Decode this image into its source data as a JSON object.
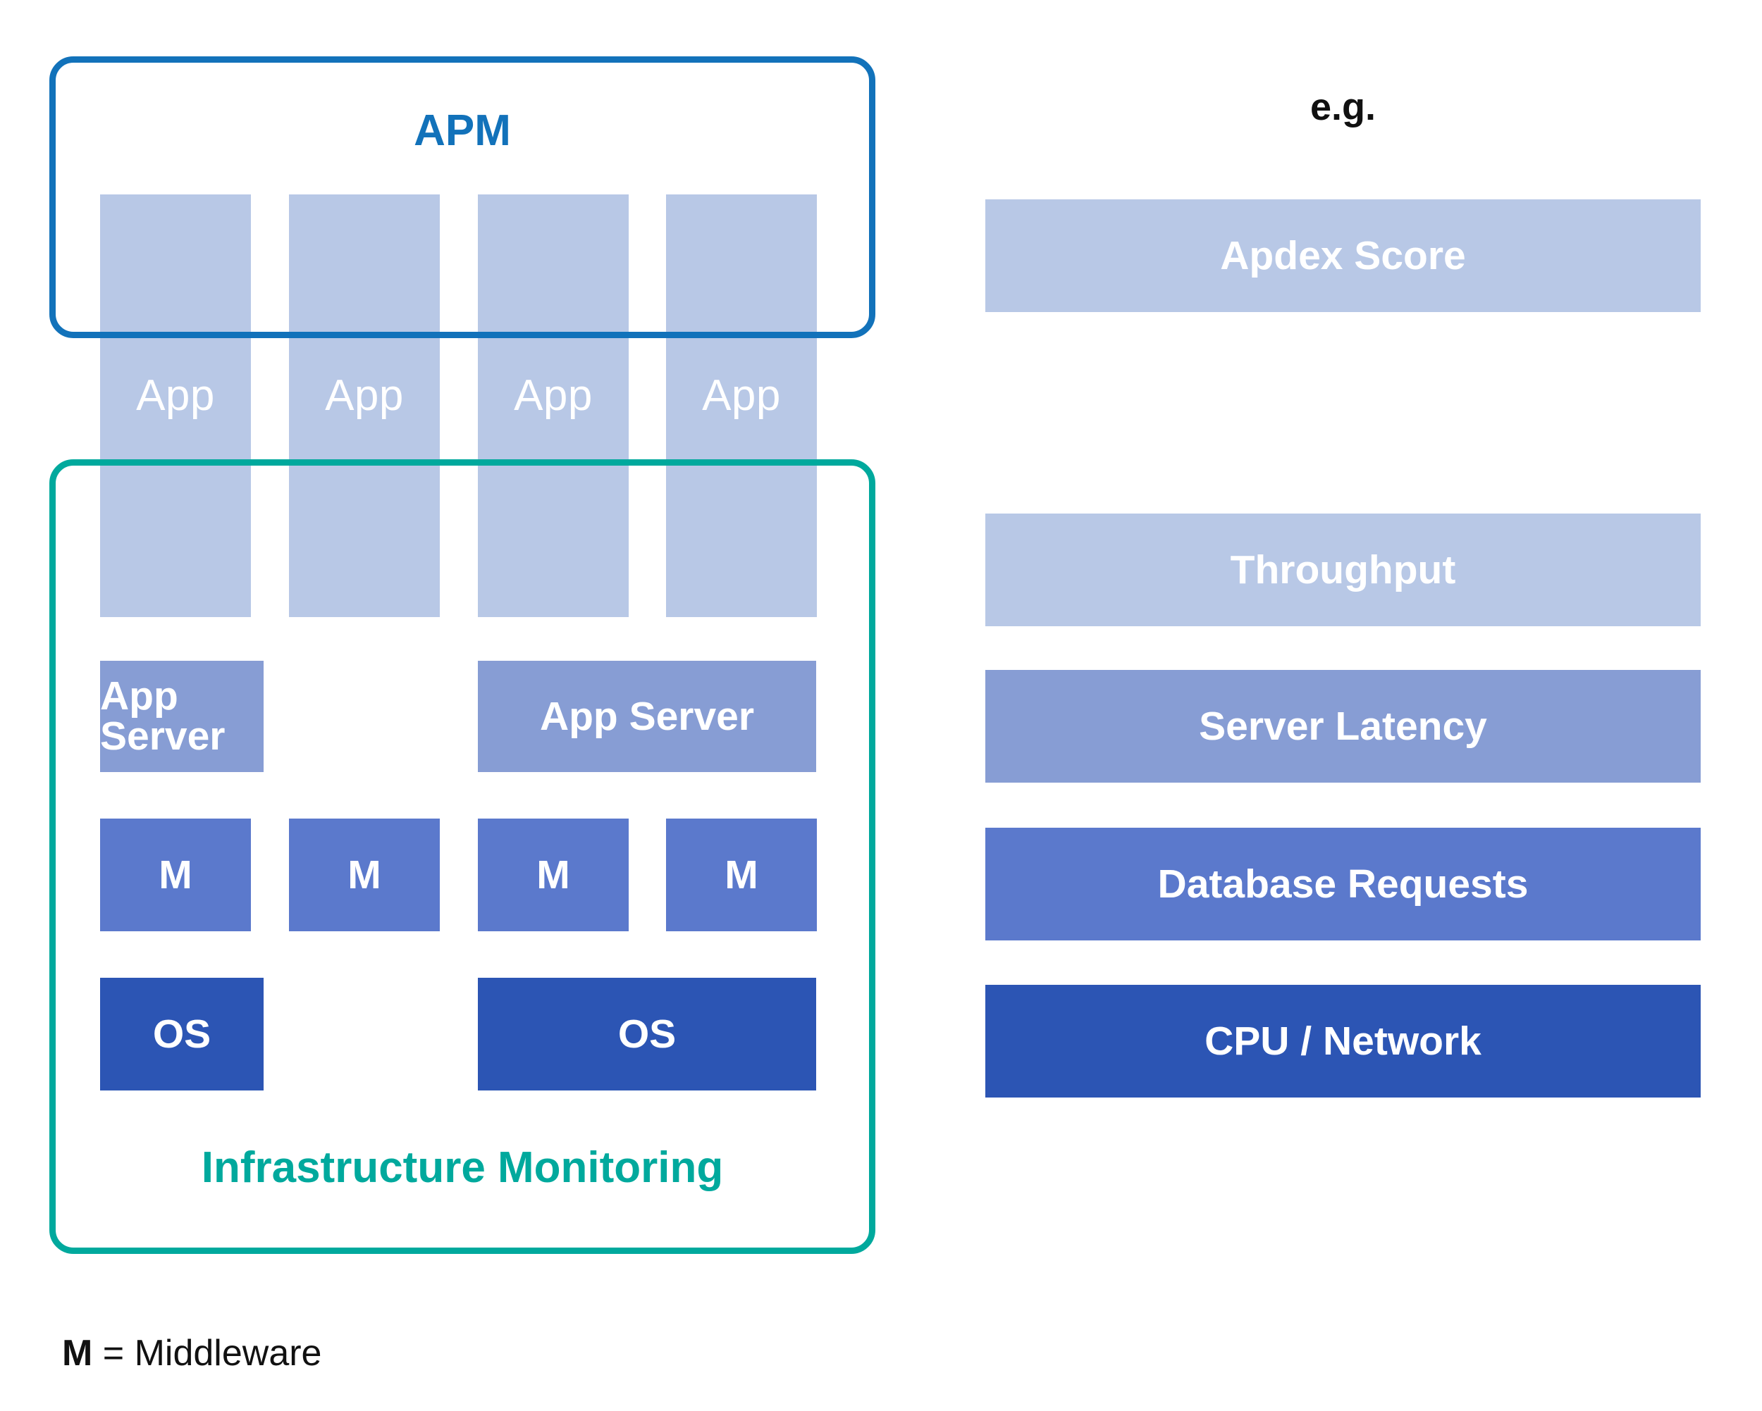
{
  "diagram": {
    "title_apm": "APM",
    "title_infra": "Infrastructure Monitoring",
    "legend": "M = Middleware",
    "legend_symbol": "M",
    "legend_rest": " = Middleware",
    "eg_label": "e.g."
  },
  "colors": {
    "apm_border": "#1272ba",
    "infra_border": "#00a99d",
    "app_fill": "#b8c8e6",
    "app_server_fill": "#879dd4",
    "middleware_fill": "#5b79cc",
    "os_fill": "#2c55b4",
    "text_on_fill": "#ffffff",
    "legend_text": "#111111"
  },
  "stack": {
    "app_columns": [
      {
        "label": "App"
      },
      {
        "label": "App"
      },
      {
        "label": "App"
      },
      {
        "label": "App"
      }
    ],
    "app_servers": [
      {
        "label": "App Server"
      },
      {
        "label": "App Server"
      }
    ],
    "middleware": [
      {
        "label": "M"
      },
      {
        "label": "M"
      },
      {
        "label": "M"
      },
      {
        "label": "M"
      }
    ],
    "operating_systems": [
      {
        "label": "OS"
      },
      {
        "label": "OS"
      }
    ]
  },
  "examples": {
    "metrics": [
      {
        "label": "Apdex Score",
        "tier": "app"
      },
      {
        "label": "Throughput",
        "tier": "app"
      },
      {
        "label": "Server Latency",
        "tier": "app-server"
      },
      {
        "label": "Database Requests",
        "tier": "middleware"
      },
      {
        "label": "CPU / Network",
        "tier": "os"
      }
    ]
  }
}
